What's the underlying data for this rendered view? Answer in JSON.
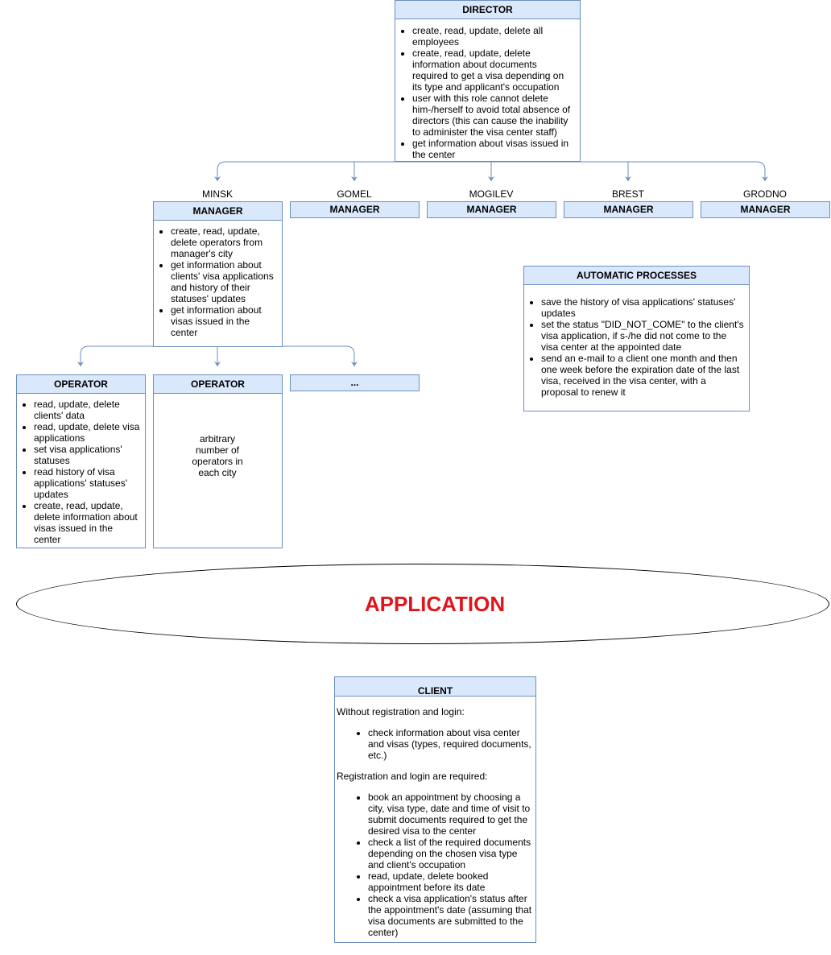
{
  "director": {
    "title": "DIRECTOR",
    "items": [
      "create, read, update, delete all employees",
      "create, read, update, delete information about documents required to get a visa depending on its type and applicant's occupation",
      "user with this role cannot delete him-/herself to avoid total absence of directors (this can cause the inability to administer the visa center staff)",
      "get information about visas issued in the center"
    ]
  },
  "cities": [
    "MINSK",
    "GOMEL",
    "MOGILEV",
    "BREST",
    "GRODNO"
  ],
  "manager_title": "MANAGER",
  "minsk_manager_items": [
    "create, read, update, delete operators from manager's city",
    "get information about clients' visa applications and history of their statuses' updates",
    "get information about visas issued in the center"
  ],
  "operator": {
    "title": "OPERATOR",
    "items": [
      "read, update, delete clients' data",
      "read, update, delete visa applications",
      "set visa applications' statuses",
      "read history of visa applications' statuses' updates",
      "create, read, update, delete information about visas issued in the center"
    ]
  },
  "operator2": {
    "title": "OPERATOR",
    "note": "arbitrary number of operators in each city"
  },
  "more_box": {
    "title": "..."
  },
  "automatic": {
    "title": "AUTOMATIC PROCESSES",
    "items": [
      "save the history of visa applications' statuses' updates",
      "set the status \"DID_NOT_COME\" to the client's visa application, if s-/he did not come to the visa center at the appointed date",
      "send an e-mail to a client one month and then one week before the expiration date of the last visa, received in the visa center, with a proposal to renew it"
    ]
  },
  "application": {
    "title": "APPLICATION"
  },
  "client": {
    "title": "CLIENT",
    "without_label": "Without registration and login:",
    "without_items": [
      "check information about visa center and visas (types, required documents, etc.)"
    ],
    "with_label": "Registration and login are required:",
    "with_items": [
      "book an appointment by choosing a city, visa type, date and time of visit to submit documents required to get the desired visa to the center",
      "check a list of the required documents depending on the chosen visa type and client's occupation",
      "read, update, delete booked appointment before its date",
      "check a visa application's status after the appointment's date (assuming that visa documents are submitted to the center)"
    ]
  },
  "colors": {
    "header_fill": "#dae8fc",
    "border": "#6c8ebf",
    "application_text": "#e0161c"
  }
}
